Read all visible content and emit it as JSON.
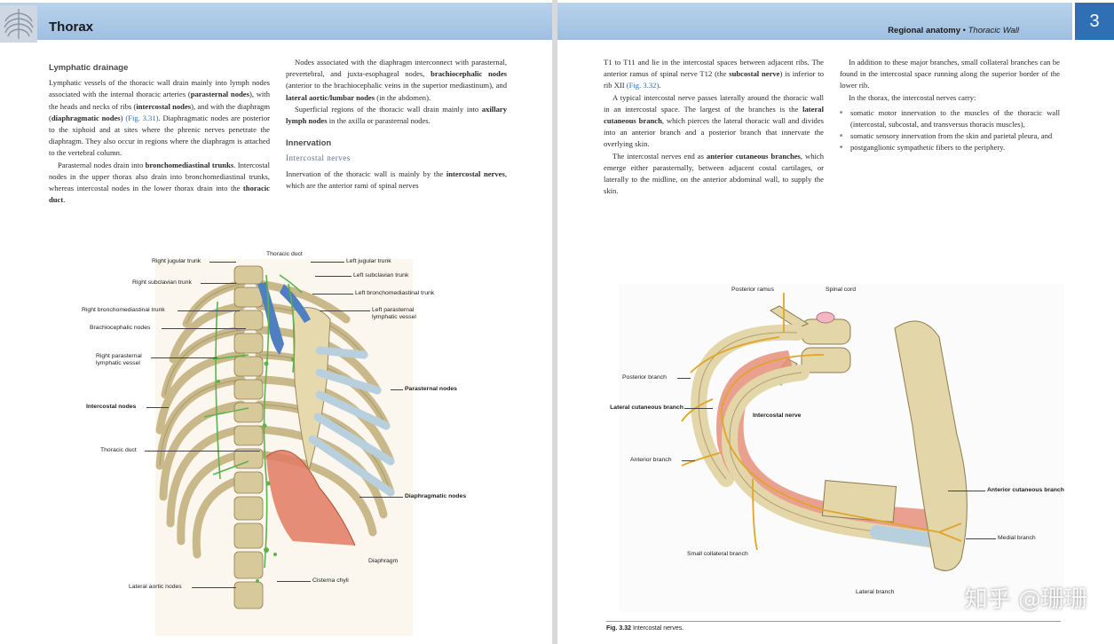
{
  "left": {
    "chapter_title": "Thorax",
    "col1": {
      "heading": "Lymphatic drainage",
      "p1_parts": [
        "Lymphatic vessels of the thoracic wall drain mainly into lymph nodes associated with the internal thoracic arteries (",
        "parasternal nodes",
        "), with the heads and necks of ribs (",
        "intercostal nodes",
        "), and with the diaphragm (",
        "diaphragmatic nodes",
        ") ",
        "(Fig. 3.31)",
        ". Diaphragmatic nodes are posterior to the xiphoid and at sites where the phrenic nerves penetrate the diaphragm. They also occur in regions where the diaphragm is attached to the vertebral column."
      ],
      "p2_parts": [
        "Parasternal nodes drain into ",
        "bronchomediastinal trunks",
        ". Intercostal nodes in the upper thorax also drain into bronchomediastinal trunks, whereas intercostal nodes in the lower thorax drain into the ",
        "thoracic duct",
        "."
      ]
    },
    "col2": {
      "p1_parts": [
        "Nodes associated with the diaphragm interconnect with parasternal, prevertebral, and juxta-esophageal nodes, ",
        "brachiocephalic nodes",
        " (anterior to the brachiocephalic veins in the superior mediastinum), and ",
        "lateral aortic/lumbar nodes",
        " (in the abdomen)."
      ],
      "p2_parts": [
        "Superficial regions of the thoracic wall drain mainly into ",
        "axillary lymph nodes",
        " in the axilla or parasternal nodes."
      ],
      "heading": "Innervation",
      "subheading": "Intercostal nerves",
      "p3_parts": [
        "Innervation of the thoracic wall is mainly by the ",
        "intercostal nerves",
        ", which are the anterior rami of spinal nerves"
      ]
    },
    "figure_labels": {
      "thoracic_duct_top": "Thoracic duct",
      "right_jugular": "Right jugular trunk",
      "right_subclavian": "Right subclavian trunk",
      "right_bronchomed": "Right bronchomediastinal trunk",
      "brachiocephalic": "Brachiocephalic nodes",
      "right_parasternal": "Right parasternal lymphatic vessel",
      "intercostal_nodes": "Intercostal nodes",
      "thoracic_duct": "Thoracic duct",
      "lateral_aortic": "Lateral aortic nodes",
      "left_jugular": "Left jugular trunk",
      "left_subclavian": "Left subclavian trunk",
      "left_bronchomed": "Left bronchomediastinal trunk",
      "left_parasternal": "Left parasternal lymphatic vessel",
      "parasternal_nodes": "Parasternal nodes",
      "diaphragmatic_nodes": "Diaphragmatic nodes",
      "diaphragm": "Diaphragm",
      "cisterna": "Cisterna chyli"
    }
  },
  "right": {
    "running_head_bold": "Regional anatomy",
    "running_head_sep": " • ",
    "running_head_italic": "Thoracic Wall",
    "chapter_number": "3",
    "col1": {
      "p1_parts": [
        "T1 to T11 and lie in the intercostal spaces between adjacent ribs. The anterior ramus of spinal nerve T12 (the ",
        "subcostal nerve",
        ") is inferior to rib XII ",
        "(Fig. 3.32)",
        "."
      ],
      "p2": "A typical intercostal nerve passes laterally around the thoracic wall in an intercostal space. The largest of the branches is the",
      "p2_bold": "lateral cutaneous branch",
      "p2_rest": ", which pierces the lateral thoracic wall and divides into an anterior branch and a posterior branch that innervate the overlying skin.",
      "p3_parts": [
        "The intercostal nerves end as ",
        "anterior cutaneous branches",
        ", which emerge either parasternally, between adjacent costal cartilages, or laterally to the midline, on the anterior abdominal wall, to supply the skin."
      ]
    },
    "col2": {
      "p1": "In addition to these major branches, small collateral branches can be found in the intercostal space running along the superior border of the lower rib.",
      "p2": "In the thorax, the intercostal nerves carry:",
      "bullets": [
        "somatic motor innervation to the muscles of the thoracic wall (intercostal, subcostal, and transversus thoracis muscles),",
        "somatic sensory innervation from the skin and parietal pleura, and",
        "postganglionic sympathetic fibers to the periphery."
      ]
    },
    "figure_labels": {
      "posterior_ramus": "Posterior ramus",
      "spinal_cord": "Spinal cord",
      "posterior_branch": "Posterior branch",
      "lateral_cutaneous": "Lateral cutaneous branch",
      "intercostal_nerve": "Intercostal nerve",
      "anterior_branch": "Anterior branch",
      "anterior_cutaneous": "Anterior cutaneous branch",
      "medial_branch": "Medial branch",
      "small_collateral": "Small collateral branch",
      "lateral_branch": "Lateral branch"
    },
    "caption_num": "Fig. 3.32",
    "caption_text": "Intercostal nerves.",
    "watermark": "知乎 @珊珊"
  }
}
